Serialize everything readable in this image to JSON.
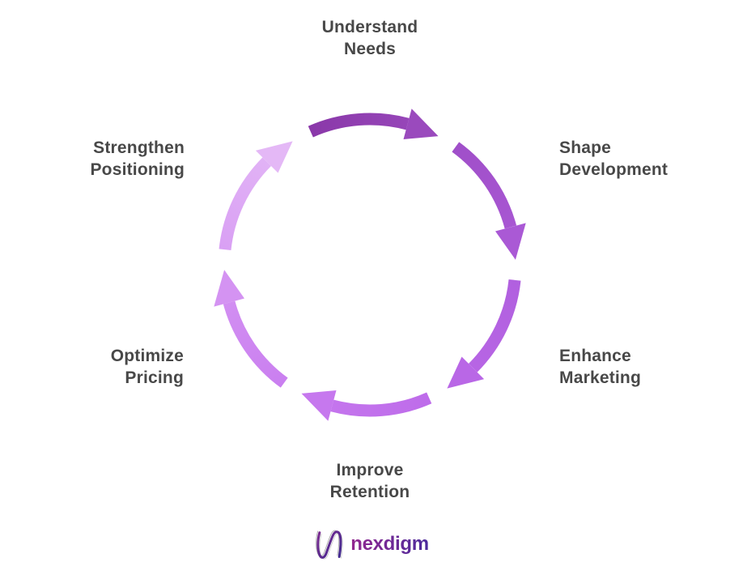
{
  "colors": {
    "background": "#ffffff",
    "label_text": "#484848"
  },
  "cycle": {
    "steps": [
      {
        "name": "understand-needs",
        "line1": "Understand",
        "line2": "Needs",
        "arrow_color_start": "#8a38a9",
        "arrow_color_end": "#9a4abd"
      },
      {
        "name": "shape-development",
        "line1": "Shape",
        "line2": "Development",
        "arrow_color_start": "#a04fc9",
        "arrow_color_end": "#aa59d5"
      },
      {
        "name": "enhance-marketing",
        "line1": "Enhance",
        "line2": "Marketing",
        "arrow_color_start": "#b160df",
        "arrow_color_end": "#b967e6"
      },
      {
        "name": "improve-retention",
        "line1": "Improve",
        "line2": "Retention",
        "arrow_color_start": "#be6cea",
        "arrow_color_end": "#c678ee"
      },
      {
        "name": "optimize-pricing",
        "line1": "Optimize",
        "line2": "Pricing",
        "arrow_color_start": "#ca7ff0",
        "arrow_color_end": "#d493f2"
      },
      {
        "name": "strengthen-positioning",
        "line1": "Strengthen",
        "line2": "Positioning",
        "arrow_color_start": "#d9a0f4",
        "arrow_color_end": "#e4b8f6"
      }
    ]
  },
  "logo": {
    "icon": "nexdigm-n-wave-icon",
    "text": "nexdigm",
    "color": "#6f2a94",
    "gradient_start": "#93278f",
    "gradient_end": "#4b2b9c",
    "mark_gradient_start": "#7a2a8f",
    "mark_gradient_end": "#3f2a8f"
  }
}
